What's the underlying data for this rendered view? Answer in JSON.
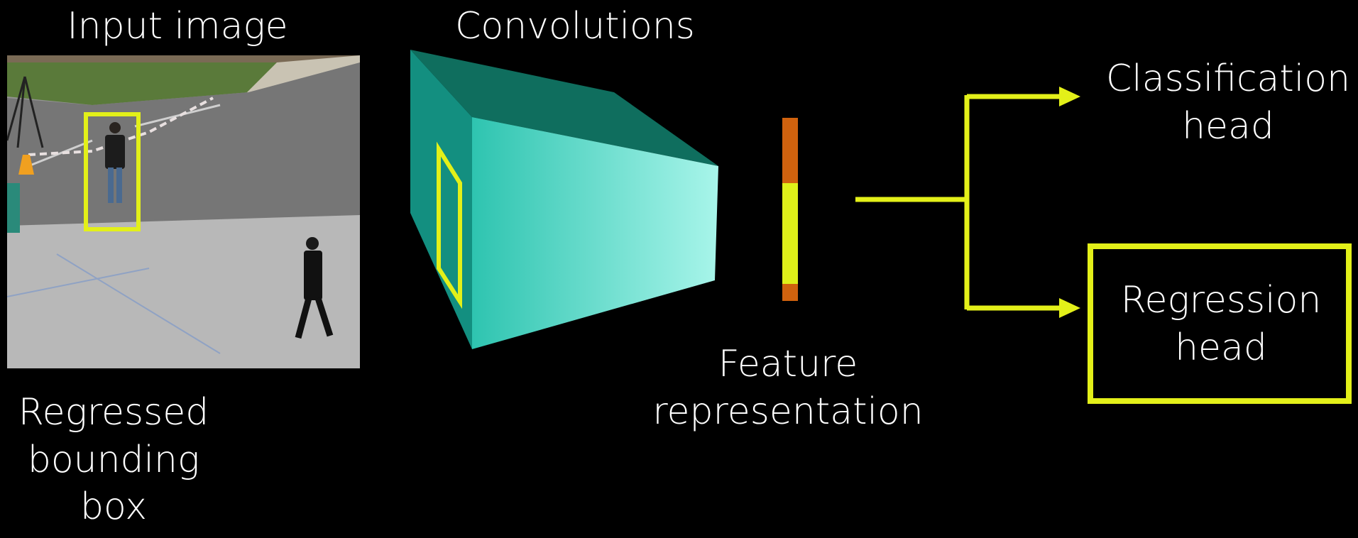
{
  "labels": {
    "input_image": "Input image",
    "convolutions": "Convolutions",
    "feature_representation": "Feature\nrepresentation",
    "regressed_bounding_box": "Regressed\nbounding\nbox",
    "classification_head": "Classification\nhead",
    "regression_head": "Regression\nhead"
  },
  "colors": {
    "background": "#000000",
    "accent": "#e3f019",
    "cnn_face": "#2ec4b0",
    "cnn_top": "#0f6e5e",
    "cnn_left": "#138f80",
    "feature_orange": "#d0620e",
    "feature_yellow": "#dff019"
  }
}
